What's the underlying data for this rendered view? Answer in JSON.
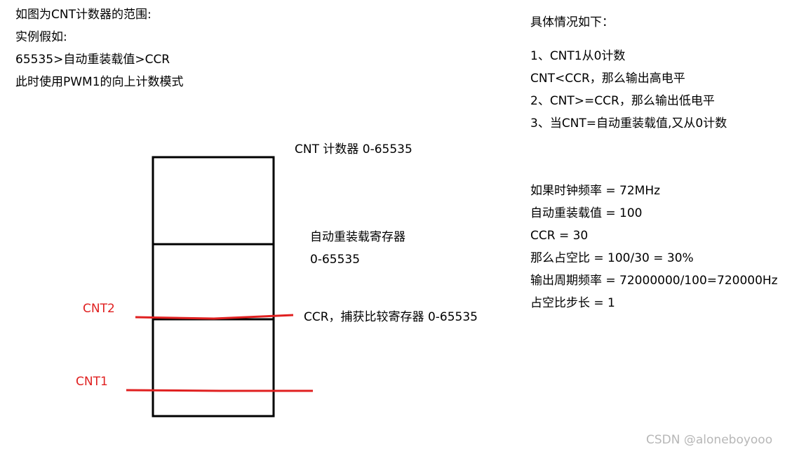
{
  "intro": {
    "title": "如图为CNT计数器的范围:",
    "example": "实例假如:",
    "relation": "65535>自动重装载值>CCR",
    "mode": "此时使用PWM1的向上计数模式"
  },
  "details": {
    "heading": "具体情况如下：",
    "steps": [
      "1、CNT1从0计数",
      "CNT<CCR，那么输出高电平",
      "2、CNT>=CCR，那么输出低电平",
      "3、当CNT=自动重装载值,又从0计数"
    ]
  },
  "params": [
    "如果时钟频率  = 72MHz",
    "自动重装载值 = 100",
    "CCR = 30",
    "那么占空比 = 100/30 = 30%",
    "输出周期频率 = 72000000/100=720000Hz",
    "占空比步长 = 1"
  ],
  "diagram": {
    "cnt_label": "CNT 计数器   0-65535",
    "arr_label": "自动重装载寄存器",
    "arr_range": "0-65535",
    "ccr_label": "CCR，捕获比较寄存器  0-65535",
    "cnt2": "CNT2",
    "cnt1": "CNT1"
  },
  "colors": {
    "marker": "#e02020",
    "box": "#000000",
    "watermark": "#b7b7b7"
  },
  "watermark": "CSDN @aloneboyooo"
}
